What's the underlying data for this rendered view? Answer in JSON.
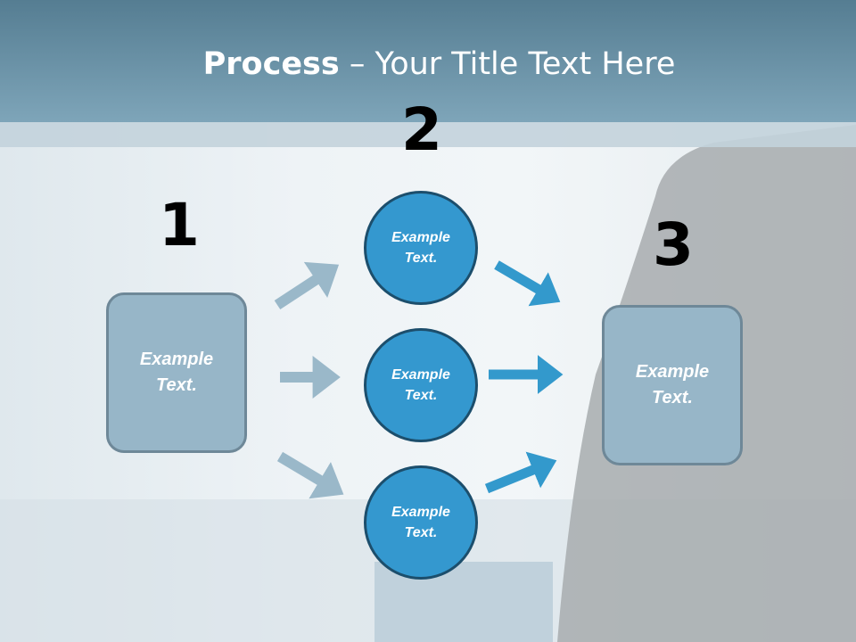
{
  "title": {
    "bold": "Process",
    "rest": " – Your Title Text Here"
  },
  "steps": [
    {
      "number": "1",
      "items": [
        "Example\nText."
      ]
    },
    {
      "number": "2",
      "items": [
        "Example\nText.",
        "Example\nText.",
        "Example\nText."
      ]
    },
    {
      "number": "3",
      "items": [
        "Example\nText."
      ]
    }
  ],
  "colors": {
    "header": "#6a93a8",
    "circle": "#3498cf",
    "box": "#97b6c8",
    "arrow_light": "#9ab8c9",
    "arrow_dark": "#3399cc"
  }
}
